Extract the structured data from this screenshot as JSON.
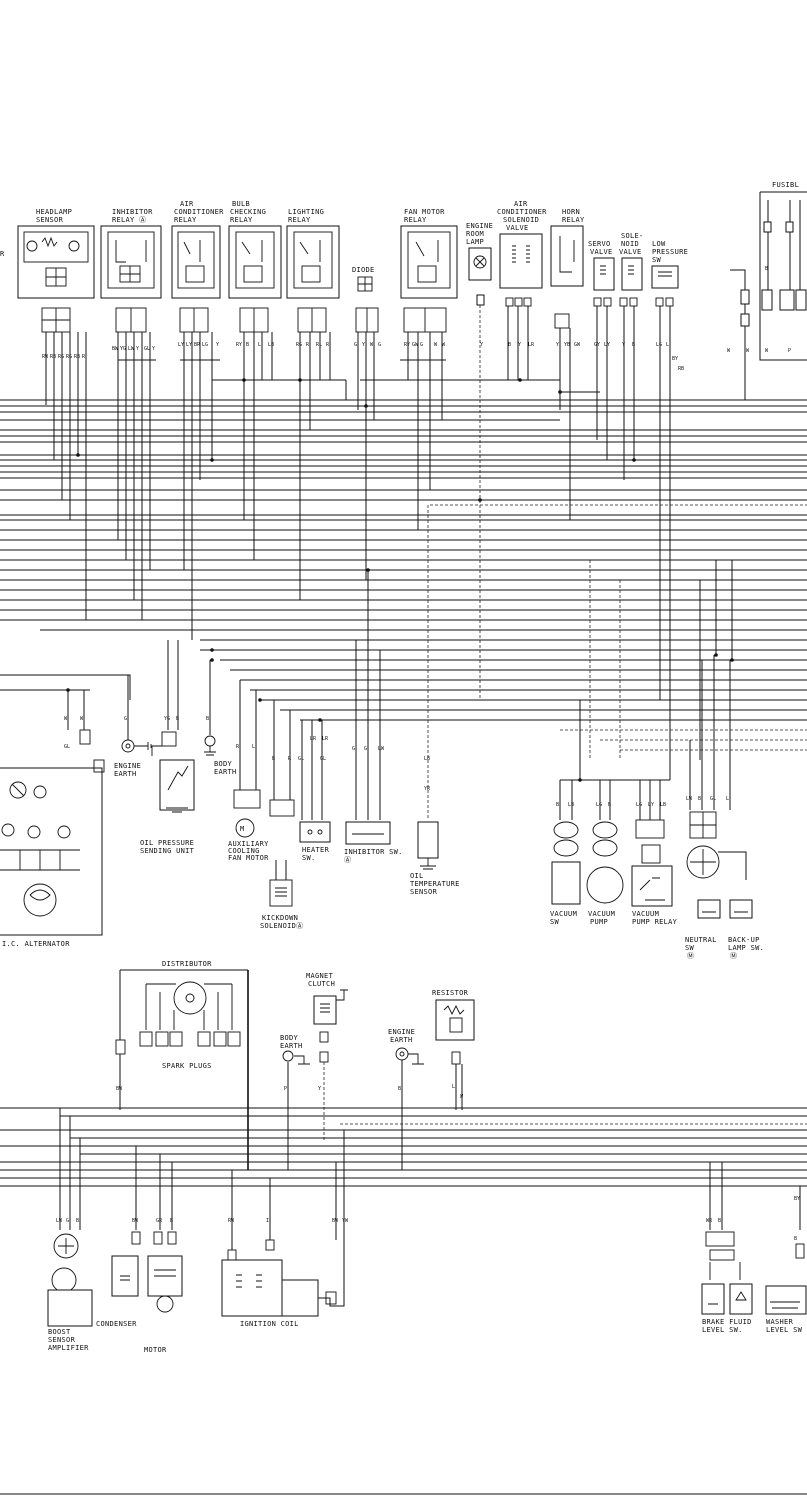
{
  "components": {
    "top": [
      {
        "id": "headlamp-sensor",
        "label": [
          "HEADLAMP",
          "SENSOR"
        ]
      },
      {
        "id": "inhibitor-relay",
        "label": [
          "INHIBITOR",
          "RELAY   Ⓐ"
        ]
      },
      {
        "id": "ac-relay",
        "label": [
          "AIR",
          "CONDITIONER",
          "RELAY"
        ]
      },
      {
        "id": "bulb-relay",
        "label": [
          "BULB",
          "CHECKING",
          "RELAY"
        ]
      },
      {
        "id": "lighting-relay",
        "label": [
          "LIGHTING",
          "RELAY"
        ]
      },
      {
        "id": "diode",
        "label": [
          "DIODE"
        ]
      },
      {
        "id": "fan-motor-relay",
        "label": [
          "FAN MOTOR",
          "RELAY"
        ]
      },
      {
        "id": "engine-room-lamp",
        "label": [
          "ENGINE",
          "ROOM",
          "LAMP"
        ]
      },
      {
        "id": "ac-solenoid-valve",
        "label": [
          "AIR",
          "CONDITIONER",
          "SOLENOID",
          "VALVE"
        ]
      },
      {
        "id": "horn-relay",
        "label": [
          "HORN",
          "RELAY"
        ]
      },
      {
        "id": "servo-valve",
        "label": [
          "SERVO",
          "VALVE"
        ]
      },
      {
        "id": "solenoid-valve",
        "label": [
          "SOLE-",
          "NOID",
          "VALVE"
        ]
      },
      {
        "id": "low-pressure-sw",
        "label": [
          "LOW",
          "PRESSURE",
          "SW"
        ]
      },
      {
        "id": "fusible",
        "label": [
          "FUSIBL"
        ]
      }
    ],
    "middle": [
      {
        "id": "ic-alternator",
        "label": [
          "I.C. ALTERNATOR"
        ]
      },
      {
        "id": "engine-earth-1",
        "label": [
          "ENGINE",
          "EARTH"
        ]
      },
      {
        "id": "oil-pressure-unit",
        "label": [
          "OIL PRESSURE",
          "SENDING UNIT"
        ]
      },
      {
        "id": "body-earth-1",
        "label": [
          "BODY",
          "EARTH"
        ]
      },
      {
        "id": "aux-fan-motor",
        "label": [
          "AUXILIARY",
          "COOLING",
          "FAN MOTOR"
        ]
      },
      {
        "id": "kickdown-solenoid",
        "label": [
          "KICKDOWN",
          "SOLENOIDⒶ"
        ]
      },
      {
        "id": "heater-sw",
        "label": [
          "HEATER",
          "SW."
        ]
      },
      {
        "id": "inhibitor-sw",
        "label": [
          "INHIBITOR SW.",
          "Ⓐ"
        ]
      },
      {
        "id": "oil-temp-sensor",
        "label": [
          "OIL",
          "TEMPERATURE",
          "SENSOR"
        ]
      },
      {
        "id": "vacuum-sw",
        "label": [
          "VACUUM",
          "SW"
        ]
      },
      {
        "id": "vacuum-pump",
        "label": [
          "VACUUM",
          "PUMP"
        ]
      },
      {
        "id": "vacuum-pump-relay",
        "label": [
          "VACUUM",
          "PUMP RELAY"
        ]
      },
      {
        "id": "neutral-sw",
        "label": [
          "NEUTRAL",
          "SW",
          "Ⓜ"
        ]
      },
      {
        "id": "backup-lamp-sw",
        "label": [
          "BACK-UP",
          "LAMP SW.",
          "Ⓜ"
        ]
      }
    ],
    "bottom": [
      {
        "id": "distributor",
        "label": [
          "DISTRIBUTOR"
        ]
      },
      {
        "id": "spark-plugs",
        "label": [
          "SPARK PLUGS"
        ]
      },
      {
        "id": "magnet-clutch",
        "label": [
          "MAGNET",
          "CLUTCH"
        ]
      },
      {
        "id": "body-earth-2",
        "label": [
          "BODY",
          "EARTH"
        ]
      },
      {
        "id": "engine-earth-2",
        "label": [
          "ENGINE",
          "EARTH"
        ]
      },
      {
        "id": "resistor",
        "label": [
          "RESISTOR"
        ]
      },
      {
        "id": "boost-sensor",
        "label": [
          "BOOST",
          "SENSOR",
          "AMPLIFIER"
        ]
      },
      {
        "id": "condenser",
        "label": [
          "CONDENSER"
        ]
      },
      {
        "id": "motor",
        "label": [
          "MOTOR"
        ]
      },
      {
        "id": "ignition-coil",
        "label": [
          "IGNITION COIL"
        ]
      },
      {
        "id": "brake-fluid-sw",
        "label": [
          "BRAKE  FLUID",
          "LEVEL SW."
        ]
      },
      {
        "id": "washer-sw",
        "label": [
          "WASHER",
          "LEVEL SW"
        ]
      }
    ]
  },
  "wire_codes": {
    "headlamp": [
      "RW",
      "RB",
      "RG",
      "RG",
      "RB",
      "R"
    ],
    "inhibitor": [
      "BW",
      "YG",
      "LW",
      "Y",
      "GL",
      "Y"
    ],
    "ac": [
      "LY",
      "LY",
      "BR",
      "LG",
      "Y"
    ],
    "bulb": [
      "RY",
      "B",
      "L",
      "LB"
    ],
    "lighting": [
      "RG",
      "R",
      "RL",
      "R"
    ],
    "diode": [
      "G",
      "Y",
      "W",
      "G"
    ],
    "fan": [
      "RY",
      "GW",
      "G",
      "W",
      "W"
    ],
    "room": [
      "Y"
    ],
    "solenoid": [
      "B",
      "Y",
      "LR"
    ],
    "horn": [
      "Y",
      "YB",
      "GW"
    ],
    "servo": [
      "GY",
      "LY"
    ],
    "solev": [
      "Y",
      "B"
    ],
    "lowp": [
      "LG",
      "L",
      "BY",
      "RB"
    ],
    "fus": [
      "W",
      "W",
      "W",
      "B",
      "P"
    ],
    "alt": [
      "W",
      "W",
      "GL"
    ],
    "eng1": [
      "G"
    ],
    "oil": [
      "YG",
      "B"
    ],
    "body1": [
      "B"
    ],
    "aux": [
      "R",
      "L",
      "B",
      "R"
    ],
    "heater": [
      "GL",
      "LR",
      "LR",
      "GL"
    ],
    "inhsw": [
      "G",
      "G",
      "LW"
    ],
    "otemp": [
      "LB",
      "YR"
    ],
    "vac": [
      "B",
      "LB"
    ],
    "vpump": [
      "LG",
      "B"
    ],
    "vrelay": [
      "LG",
      "LY",
      "LB"
    ],
    "neutral": [
      "LW",
      "B",
      "GL",
      "L"
    ],
    "dist": [
      "BW"
    ],
    "mag": [
      "P",
      "Y",
      "B"
    ],
    "eng2": [
      "B"
    ],
    "res": [
      "L",
      "W"
    ],
    "boost": [
      "LW",
      "G",
      "B"
    ],
    "cond": [
      "BW"
    ],
    "motor": [
      "GR",
      "B"
    ],
    "ign": [
      "RW",
      "I",
      "BW",
      "YW"
    ],
    "brake": [
      "WR",
      "B"
    ],
    "washer": [
      "BY",
      "B"
    ]
  }
}
